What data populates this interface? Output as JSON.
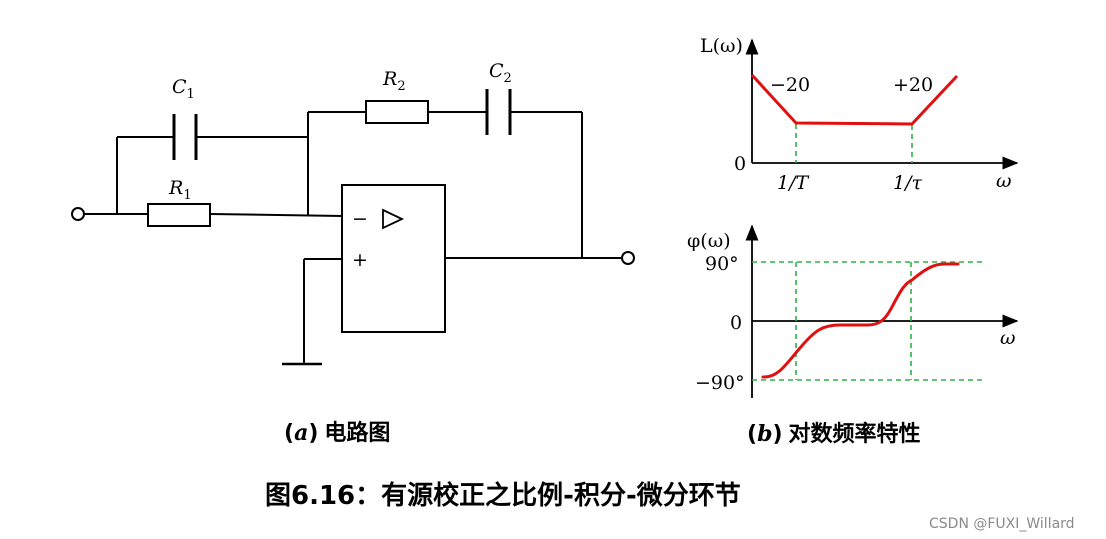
{
  "circuit": {
    "c1": {
      "sym": "C",
      "sub": "1"
    },
    "c2": {
      "sym": "C",
      "sub": "2"
    },
    "r1": {
      "sym": "R",
      "sub": "1"
    },
    "r2": {
      "sym": "R",
      "sub": "2"
    },
    "inv_sign": "−",
    "noninv_sign": "+"
  },
  "bode_mag": {
    "ylabel": "L(ω)",
    "zero": "0",
    "slope_left": "−20",
    "slope_right": "+20",
    "tick1": "1/T",
    "tick2": "1/τ",
    "xlabel": "ω"
  },
  "bode_phase": {
    "ylabel": "φ(ω)",
    "top": "90°",
    "zero": "0",
    "bottom": "−90°",
    "xlabel": "ω"
  },
  "captions": {
    "a_letter": "a",
    "a_text": "电路图",
    "b_letter": "b",
    "b_text": "对数频率特性"
  },
  "title": "图6.16：有源校正之比例-积分-微分环节",
  "watermark": "CSDN @FUXI_Willard",
  "colors": {
    "curve": "#e01010",
    "guide": "#2db04a",
    "line": "#000000"
  }
}
